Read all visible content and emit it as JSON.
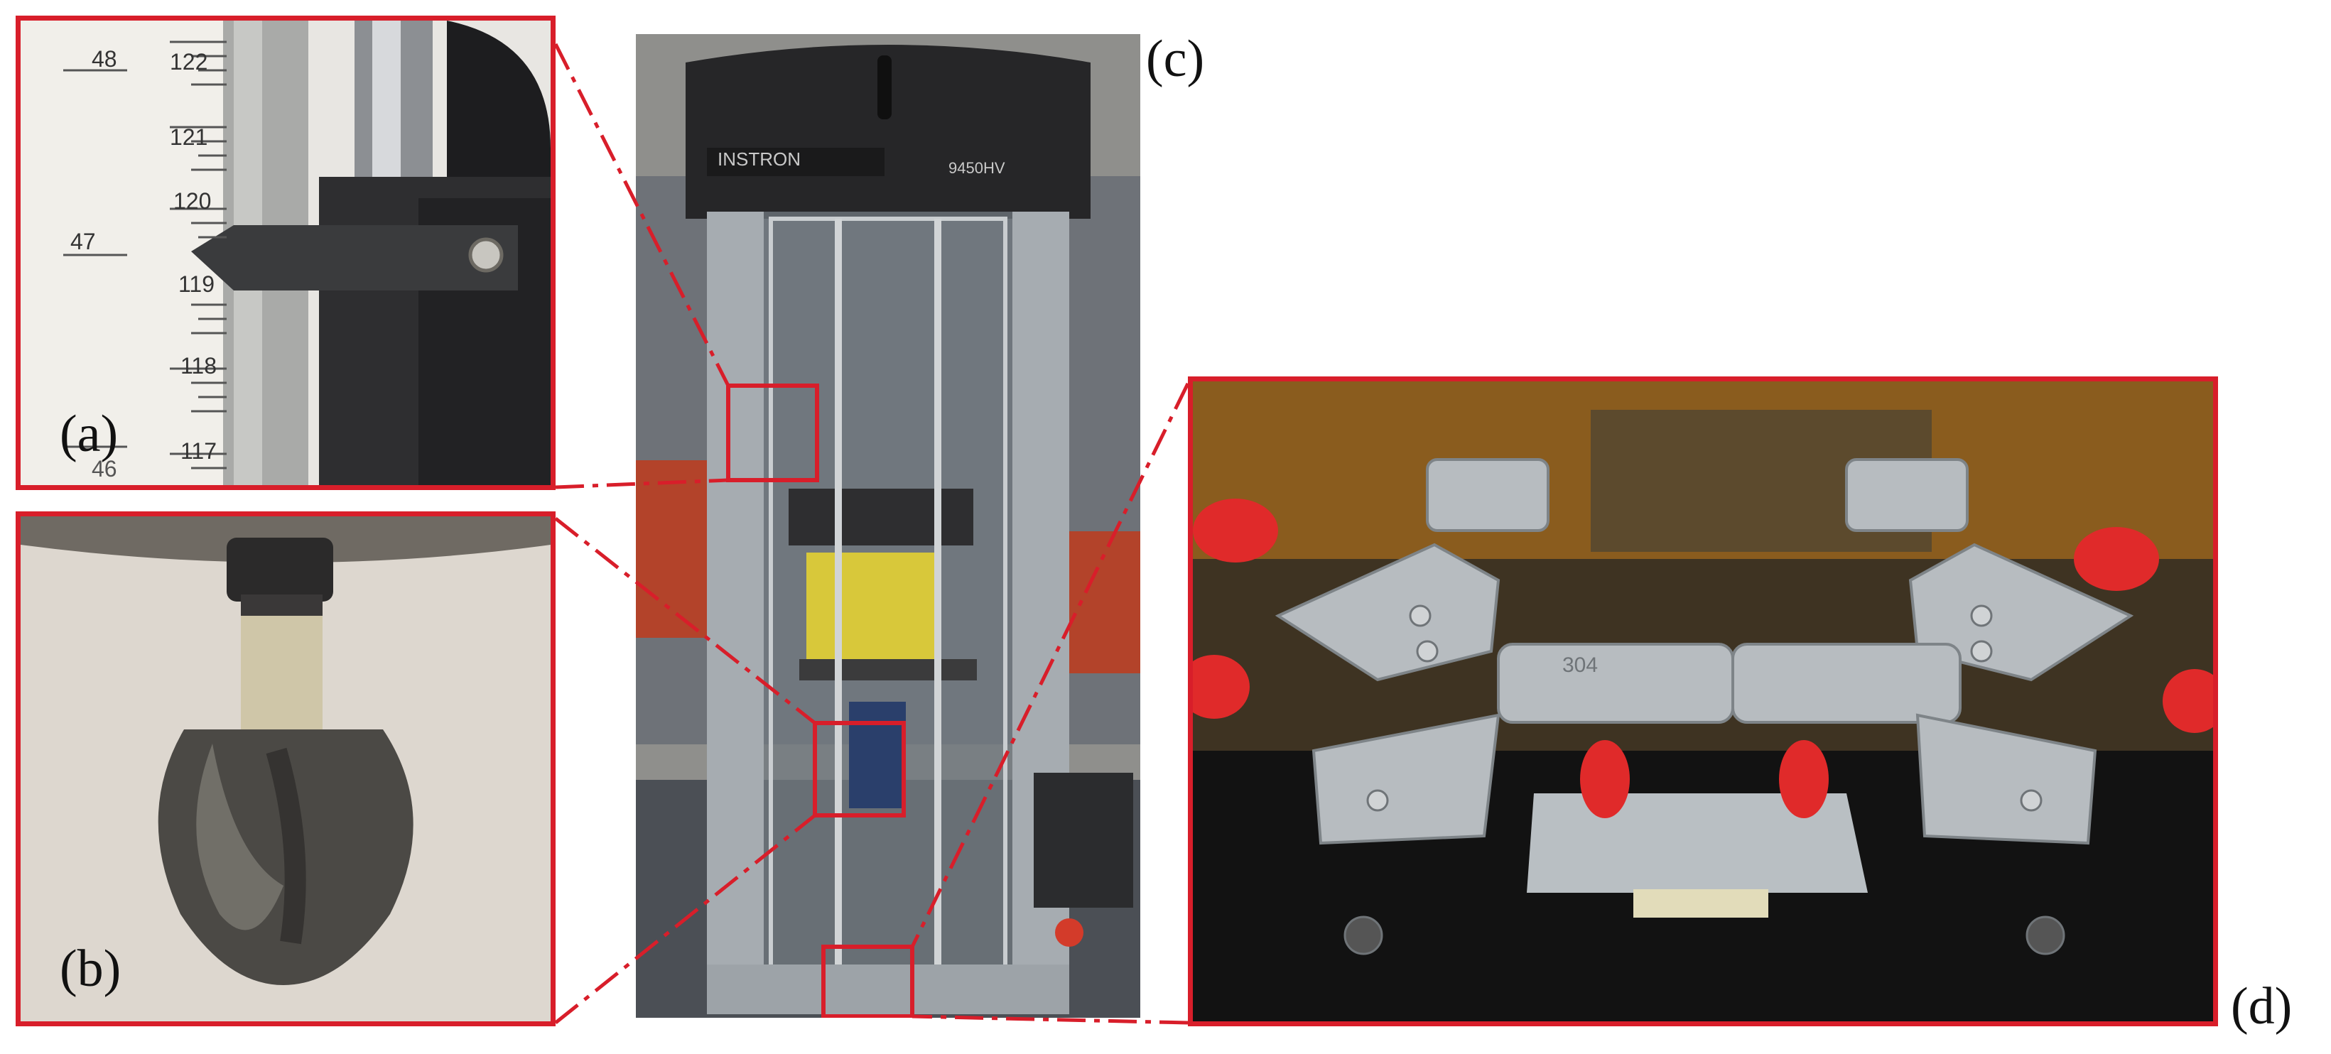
{
  "figure": {
    "panels": [
      {
        "id": "a",
        "label": "(a)"
      },
      {
        "id": "b",
        "label": "(b)"
      },
      {
        "id": "c",
        "label": "(c)"
      },
      {
        "id": "d",
        "label": "(d)"
      }
    ],
    "ruler": {
      "left_numbers": [
        "48",
        "47",
        "46"
      ],
      "right_numbers": [
        "122",
        "121",
        "120",
        "119",
        "118",
        "117"
      ]
    },
    "machine": {
      "brand": "INSTRON",
      "model": "9450HV"
    },
    "clamp_text": "304"
  },
  "colors": {
    "frame_red": "#d81e2a",
    "leader_red": "#d81e2a",
    "clamp_handle_red": "#e02a2a",
    "background": "#ffffff"
  }
}
